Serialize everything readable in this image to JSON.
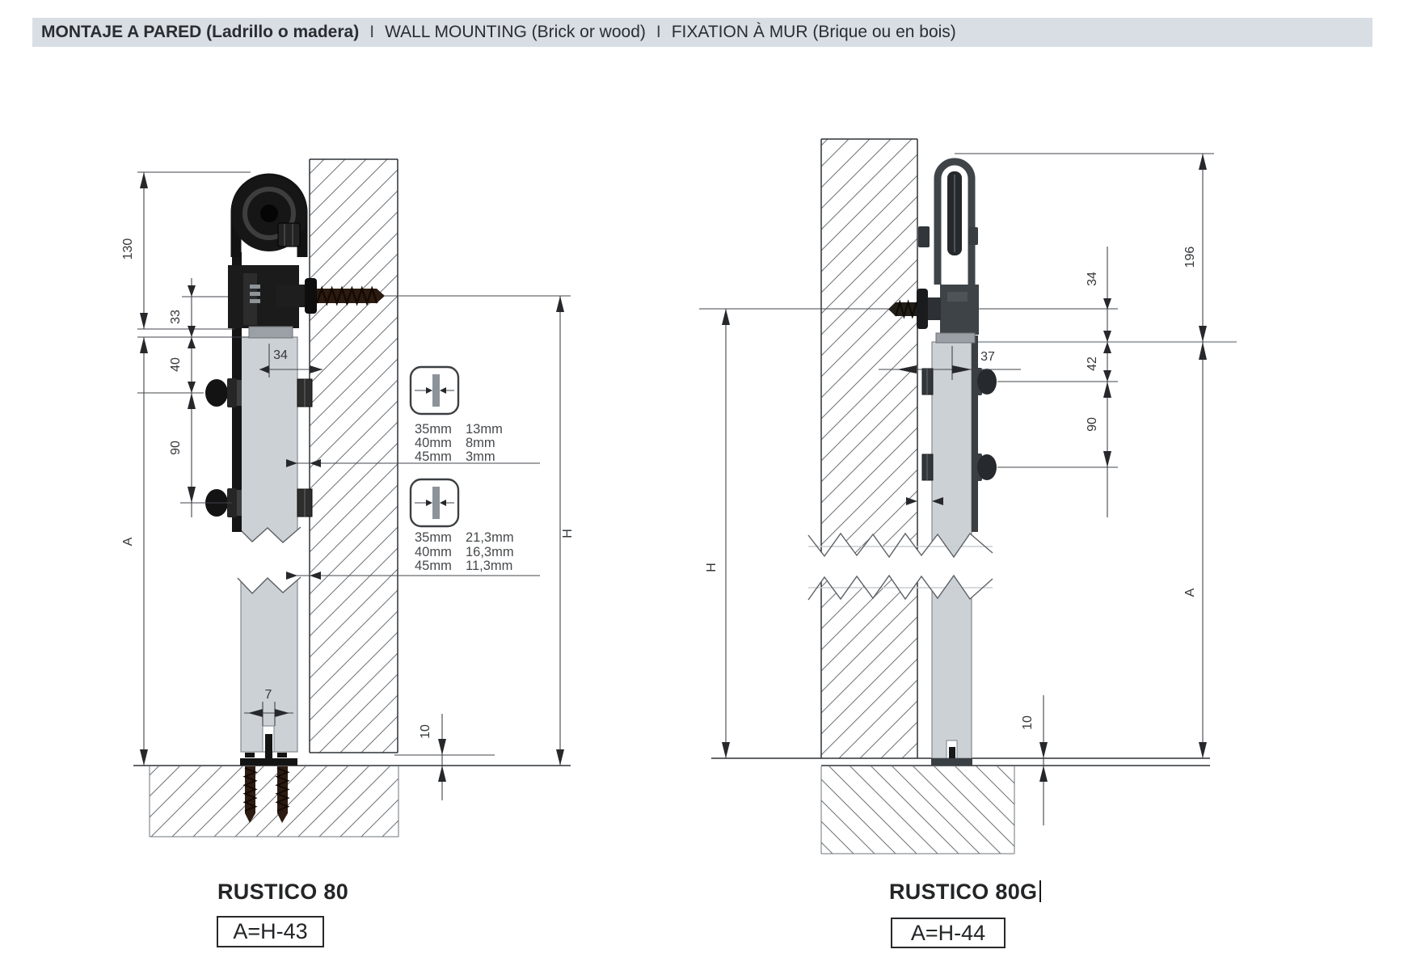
{
  "header": {
    "title_es": "MONTAJE A PARED (Ladrillo o madera)",
    "separator": "I",
    "title_en": "WALL MOUNTING (Brick or wood)",
    "title_fr": "FIXATION À MUR (Brique ou en bois)"
  },
  "left_diagram": {
    "product_name": "RUSTICO 80",
    "formula": "A=H-43",
    "dims": {
      "track_to_door_top": "130",
      "axis_to_door_top": "33",
      "door_top_to_first_bolt": "40",
      "bolt_spacing": "90",
      "door_axis_to_wall": "34",
      "guide_slot_width": "7",
      "floor_clearance": "10",
      "door_height_label": "A",
      "total_height_label": "H"
    },
    "door_gap_table": {
      "rows": [
        [
          "35mm",
          "13mm"
        ],
        [
          "40mm",
          "8mm"
        ],
        [
          "45mm",
          "3mm"
        ]
      ]
    },
    "door_front_table": {
      "rows": [
        [
          "35mm",
          "21,3mm"
        ],
        [
          "40mm",
          "16,3mm"
        ],
        [
          "45mm",
          "11,3mm"
        ]
      ]
    }
  },
  "right_diagram": {
    "product_name": "RUSTICO 80G",
    "formula": "A=H-44",
    "dims": {
      "track_to_door_top": "196",
      "axis_to_door_top": "34",
      "door_top_to_first_bolt": "42",
      "bolt_spacing": "90",
      "door_axis_to_wall": "37",
      "floor_clearance": "10",
      "door_height_label": "A",
      "total_height_label": "H"
    }
  }
}
